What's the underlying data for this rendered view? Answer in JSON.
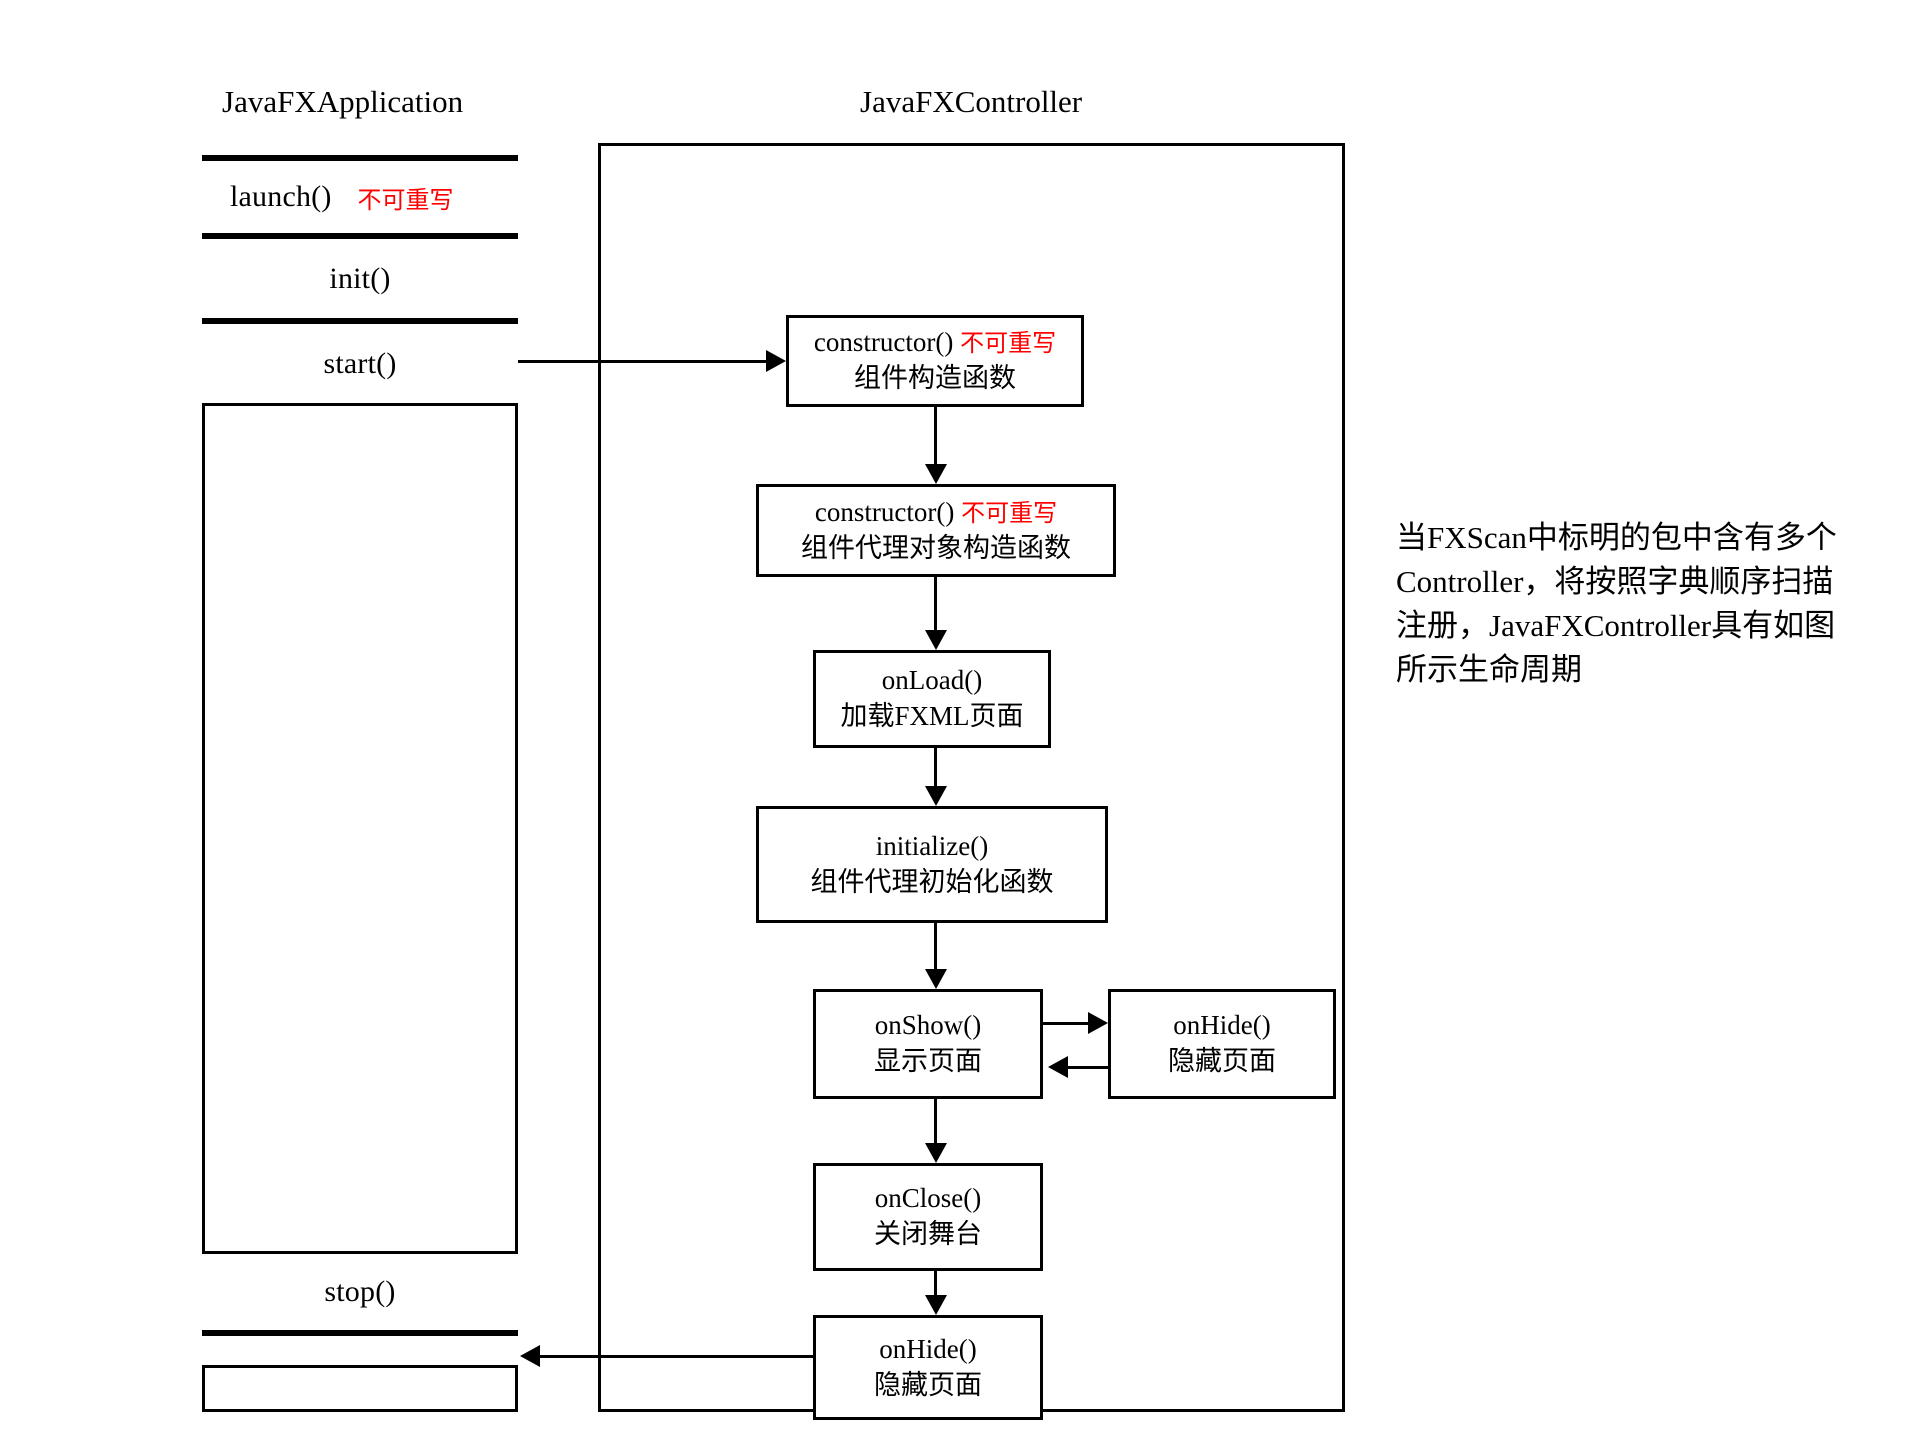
{
  "diagram": {
    "type": "flowchart",
    "columns": [
      {
        "id": "application",
        "title": "JavaFXApplication"
      },
      {
        "id": "controller",
        "title": "JavaFXController"
      }
    ],
    "colors": {
      "stroke": "#000000",
      "background": "#ffffff",
      "annotation_red": "#ff0000"
    },
    "application_lifecycle": {
      "rows": [
        {
          "id": "launch",
          "label": "launch()",
          "note": "不可重写"
        },
        {
          "id": "init",
          "label": "init()",
          "note": ""
        },
        {
          "id": "start",
          "label": "start()",
          "note": ""
        },
        {
          "id": "stop",
          "label": "stop()",
          "note": ""
        }
      ]
    },
    "controller_lifecycle": {
      "boxes": [
        {
          "id": "constructor-component",
          "en": "constructor()",
          "note": "不可重写",
          "cn": "组件构造函数"
        },
        {
          "id": "constructor-proxy",
          "en": "constructor()",
          "note": "不可重写",
          "cn": "组件代理对象构造函数"
        },
        {
          "id": "onload",
          "en": "onLoad()",
          "note": "",
          "cn": "加载FXML页面"
        },
        {
          "id": "initialize",
          "en": "initialize()",
          "note": "",
          "cn": "组件代理初始化函数"
        },
        {
          "id": "onshow",
          "en": "onShow()",
          "note": "",
          "cn": "显示页面"
        },
        {
          "id": "onhide-right",
          "en": "onHide()",
          "note": "",
          "cn": "隐藏页面"
        },
        {
          "id": "onclose",
          "en": "onClose()",
          "note": "",
          "cn": "关闭舞台"
        },
        {
          "id": "onhide-bottom",
          "en": "onHide()",
          "note": "",
          "cn": "隐藏页面"
        }
      ]
    },
    "annotation": {
      "text": "当FXScan中标明的包中含有多个Controller，将按照字典顺序扫描注册，JavaFXController具有如图所示生命周期"
    }
  }
}
